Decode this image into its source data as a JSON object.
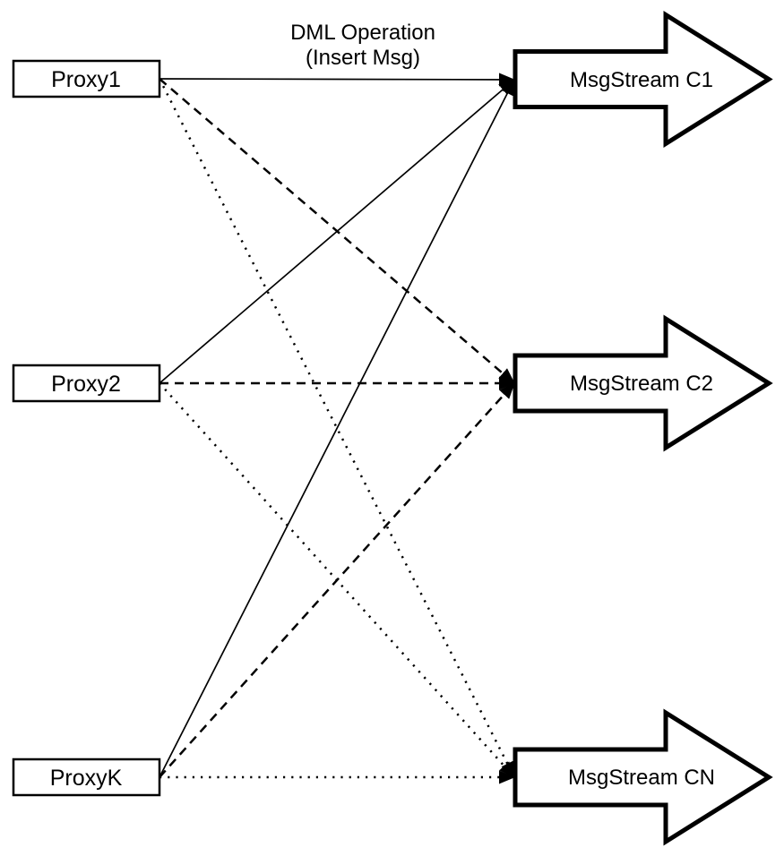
{
  "diagram": {
    "header": {
      "line1": "DML Operation",
      "line2": "(Insert Msg)"
    },
    "proxies": [
      {
        "id": "proxy1",
        "label": "Proxy1"
      },
      {
        "id": "proxy2",
        "label": "Proxy2"
      },
      {
        "id": "proxyK",
        "label": "ProxyK"
      }
    ],
    "streams": [
      {
        "id": "c1",
        "label": "MsgStream C1"
      },
      {
        "id": "c2",
        "label": "MsgStream C2"
      },
      {
        "id": "cn",
        "label": "MsgStream CN"
      }
    ],
    "edges": [
      {
        "from": "proxy1",
        "to": "c1",
        "style": "solid"
      },
      {
        "from": "proxy2",
        "to": "c1",
        "style": "solid"
      },
      {
        "from": "proxyK",
        "to": "c1",
        "style": "solid"
      },
      {
        "from": "proxy1",
        "to": "c2",
        "style": "dashed"
      },
      {
        "from": "proxy2",
        "to": "c2",
        "style": "dashed"
      },
      {
        "from": "proxyK",
        "to": "c2",
        "style": "dashed"
      },
      {
        "from": "proxy1",
        "to": "cn",
        "style": "dotted"
      },
      {
        "from": "proxy2",
        "to": "cn",
        "style": "dotted"
      },
      {
        "from": "proxyK",
        "to": "cn",
        "style": "dotted"
      }
    ],
    "colors": {
      "stroke": "#000000",
      "fill": "#ffffff"
    }
  }
}
